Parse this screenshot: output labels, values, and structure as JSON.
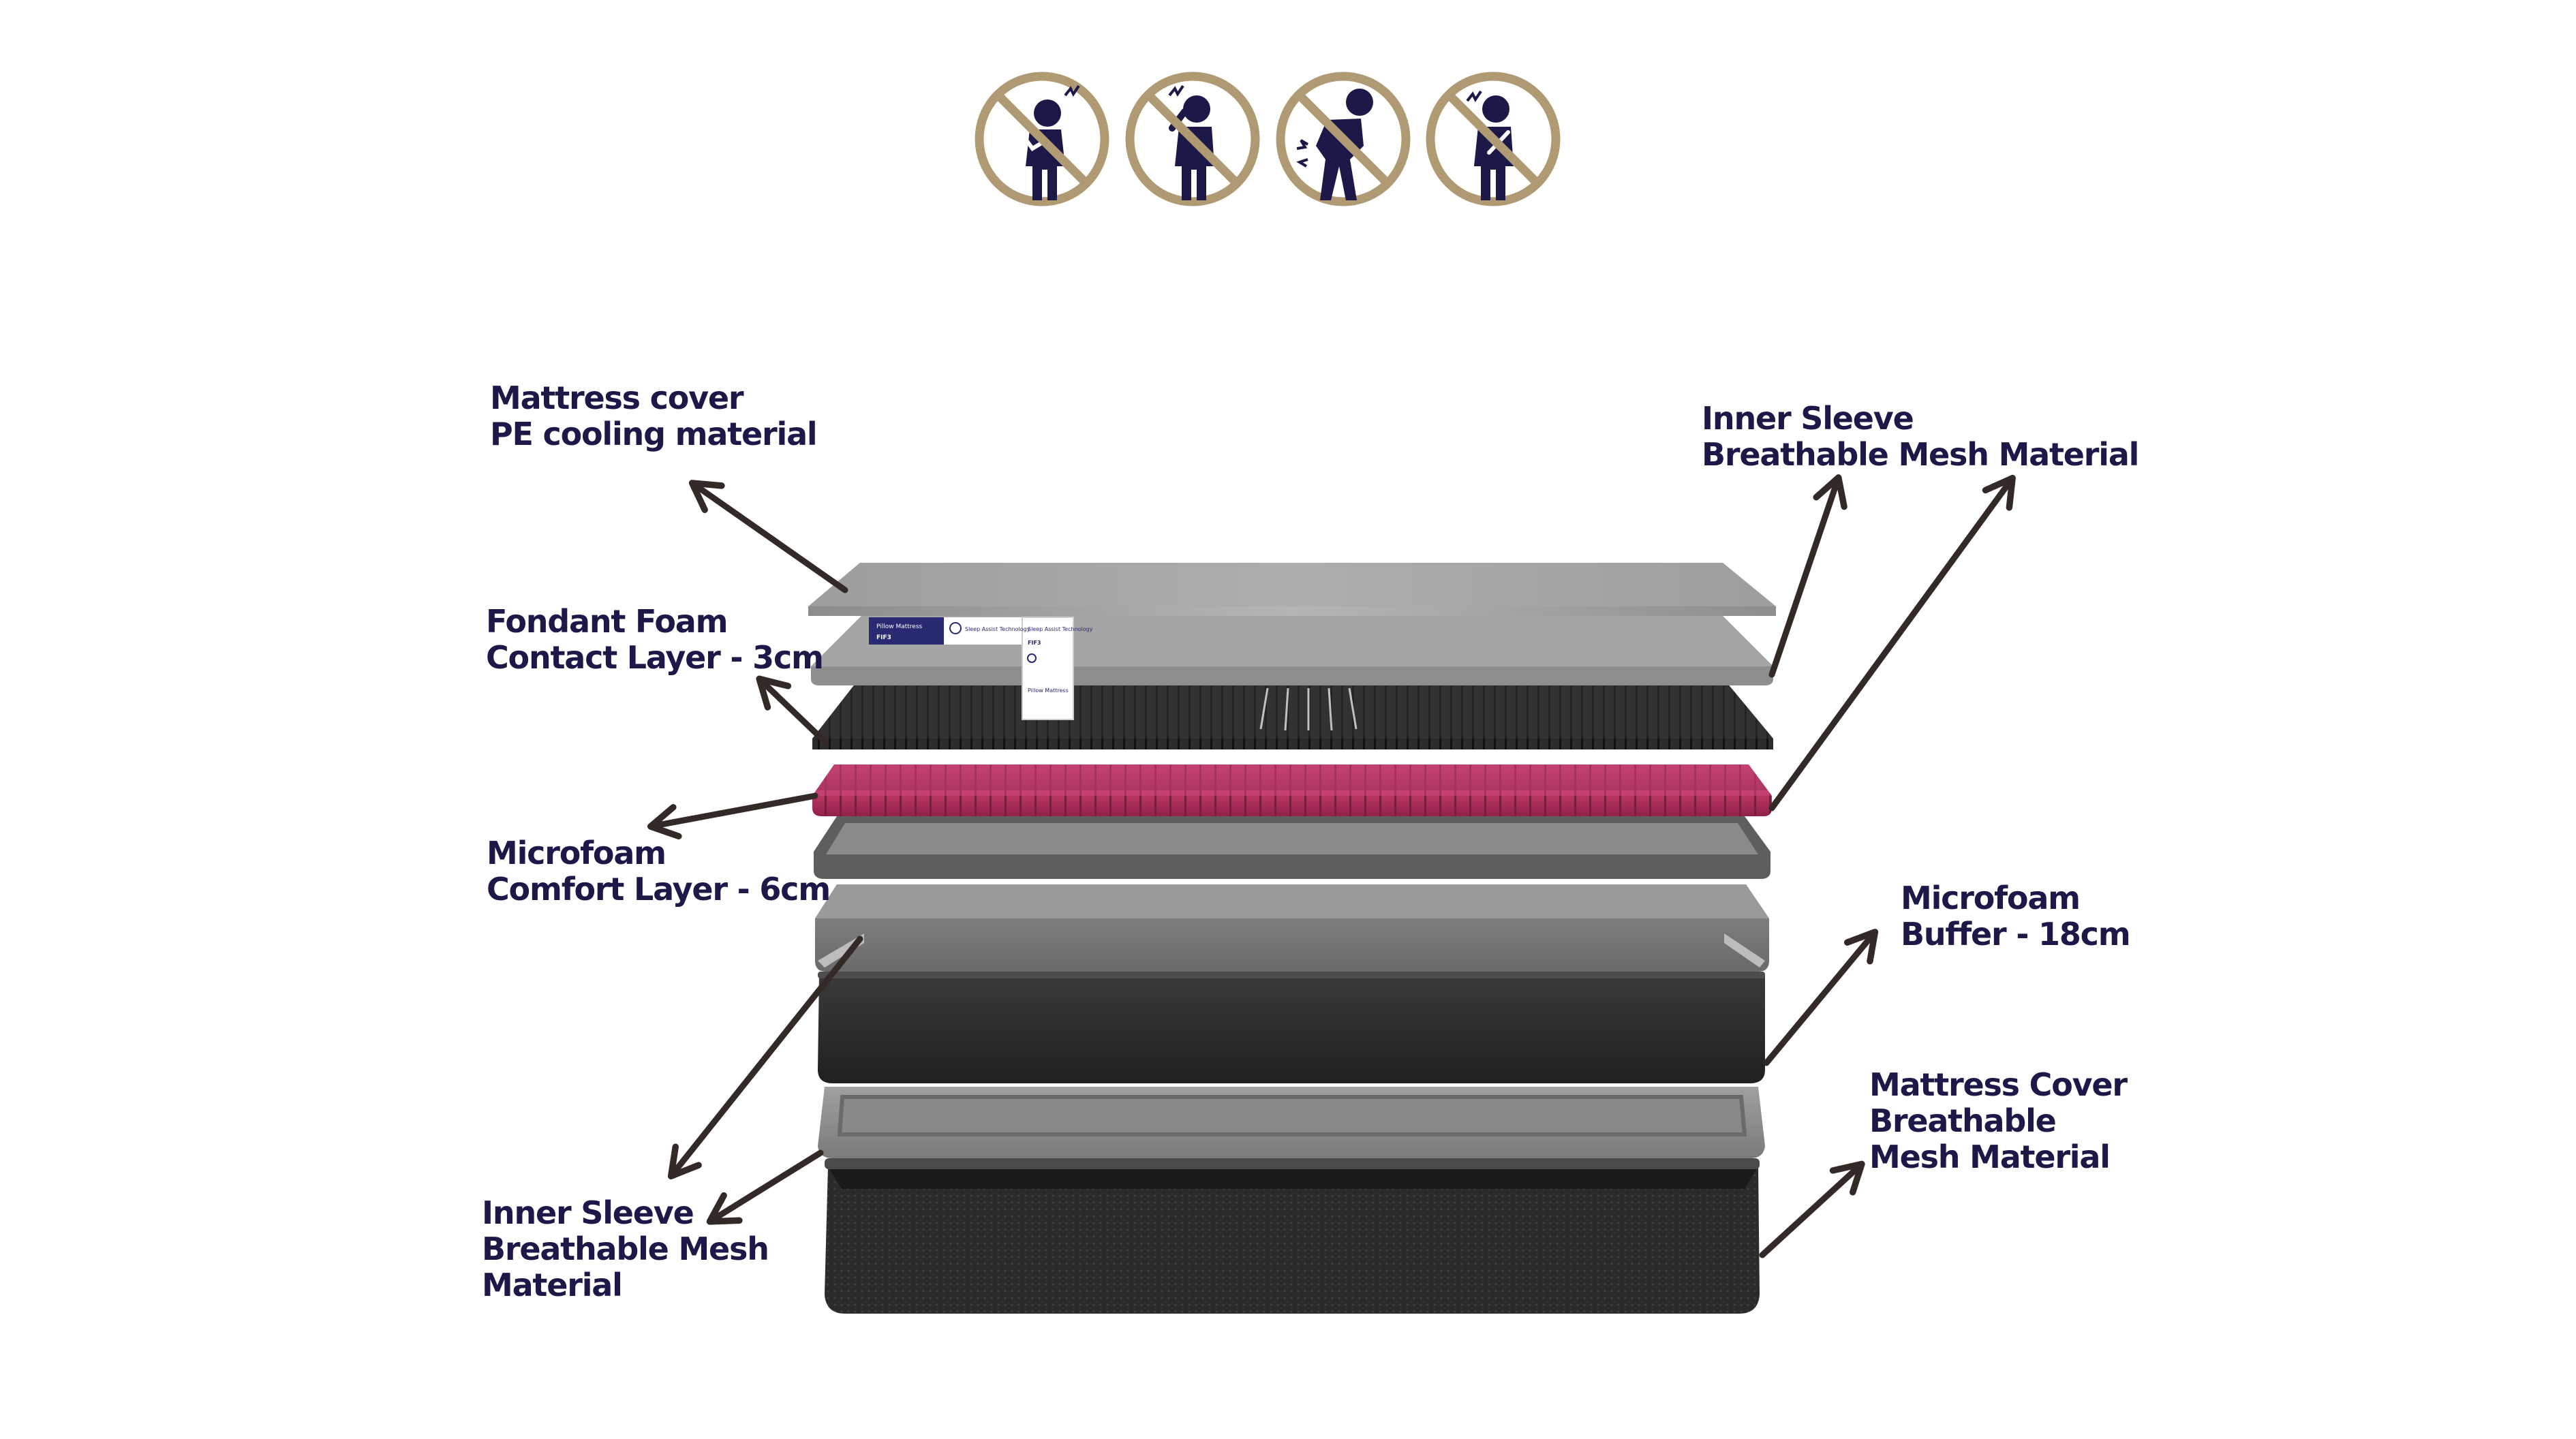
{
  "icons": [
    {
      "name": "no-chest-pain-icon"
    },
    {
      "name": "no-neck-pain-icon"
    },
    {
      "name": "no-back-pain-icon"
    },
    {
      "name": "no-shoulder-pain-icon"
    }
  ],
  "labels": {
    "mattress_cover_top": [
      "Mattress cover",
      "PE cooling material"
    ],
    "fondant_foam": [
      "Fondant Foam",
      "Contact Layer - 3cm"
    ],
    "microfoam_comfort": [
      "Microfoam",
      "Comfort Layer - 6cm"
    ],
    "inner_sleeve_left": [
      "Inner Sleeve",
      "Breathable Mesh",
      "Material"
    ],
    "inner_sleeve_right": [
      "Inner Sleeve",
      "Breathable Mesh Material"
    ],
    "microfoam_buffer": [
      "Microfoam",
      "Buffer - 18cm"
    ],
    "mattress_cover_bottom": [
      "Mattress Cover",
      "Breathable",
      "Mesh Material"
    ]
  },
  "tag_texts": {
    "brand": "Pillow Mattress",
    "model": "FIF3",
    "tech": "Sleep Assist Technology"
  },
  "colors": {
    "label_text": "#1c1848",
    "arrow": "#332a27",
    "icon_ring": "#b09a73",
    "figure": "#1c1848",
    "pink_layer": "#b5325f"
  }
}
